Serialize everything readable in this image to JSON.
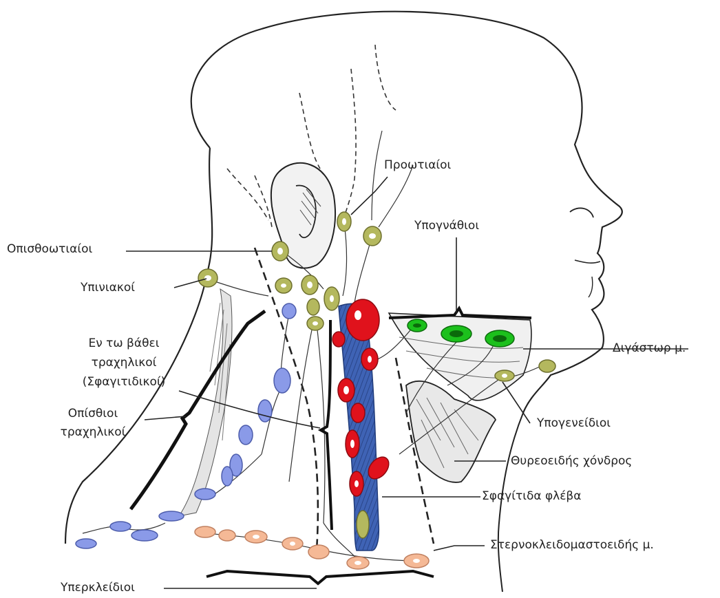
{
  "labels": {
    "proootiaioi": "Προωτιαίοι",
    "ypognathioi": "Υπογνάθιοι",
    "opisthootiaioi": "Οπισθοωτιαίοι",
    "ypiniakoi": "Υπινιακοί",
    "en_to_vathei_1": "Εν τω βάθει",
    "en_to_vathei_2": "τραχηλικοί",
    "en_to_vathei_3": "(Σφαγιτιδικοί)",
    "opisthioi_1": "Οπίσθιοι",
    "opisthioi_2": "τραχηλικοί",
    "digastor": "Διγάστωρ μ.",
    "ypogeneidioi": "Υπογενείδιοι",
    "thyreoeidis": "Θυρεοειδής χόνδρος",
    "sfagitida": "Σφαγίτιδα φλέβα",
    "sternokleido": "Στερνοκλειδομαστοειδής μ.",
    "yperkleidioi": "Υπερκλείδιοι"
  },
  "colors": {
    "outline": "#222222",
    "vein": "#3f63b5",
    "vein_stripe": "#2a468a",
    "node_red": "#e0121c",
    "node_olive": "#b4b85e",
    "node_blue": "#8a9ae8",
    "node_green": "#1cc01c",
    "node_peach": "#f5b996"
  }
}
